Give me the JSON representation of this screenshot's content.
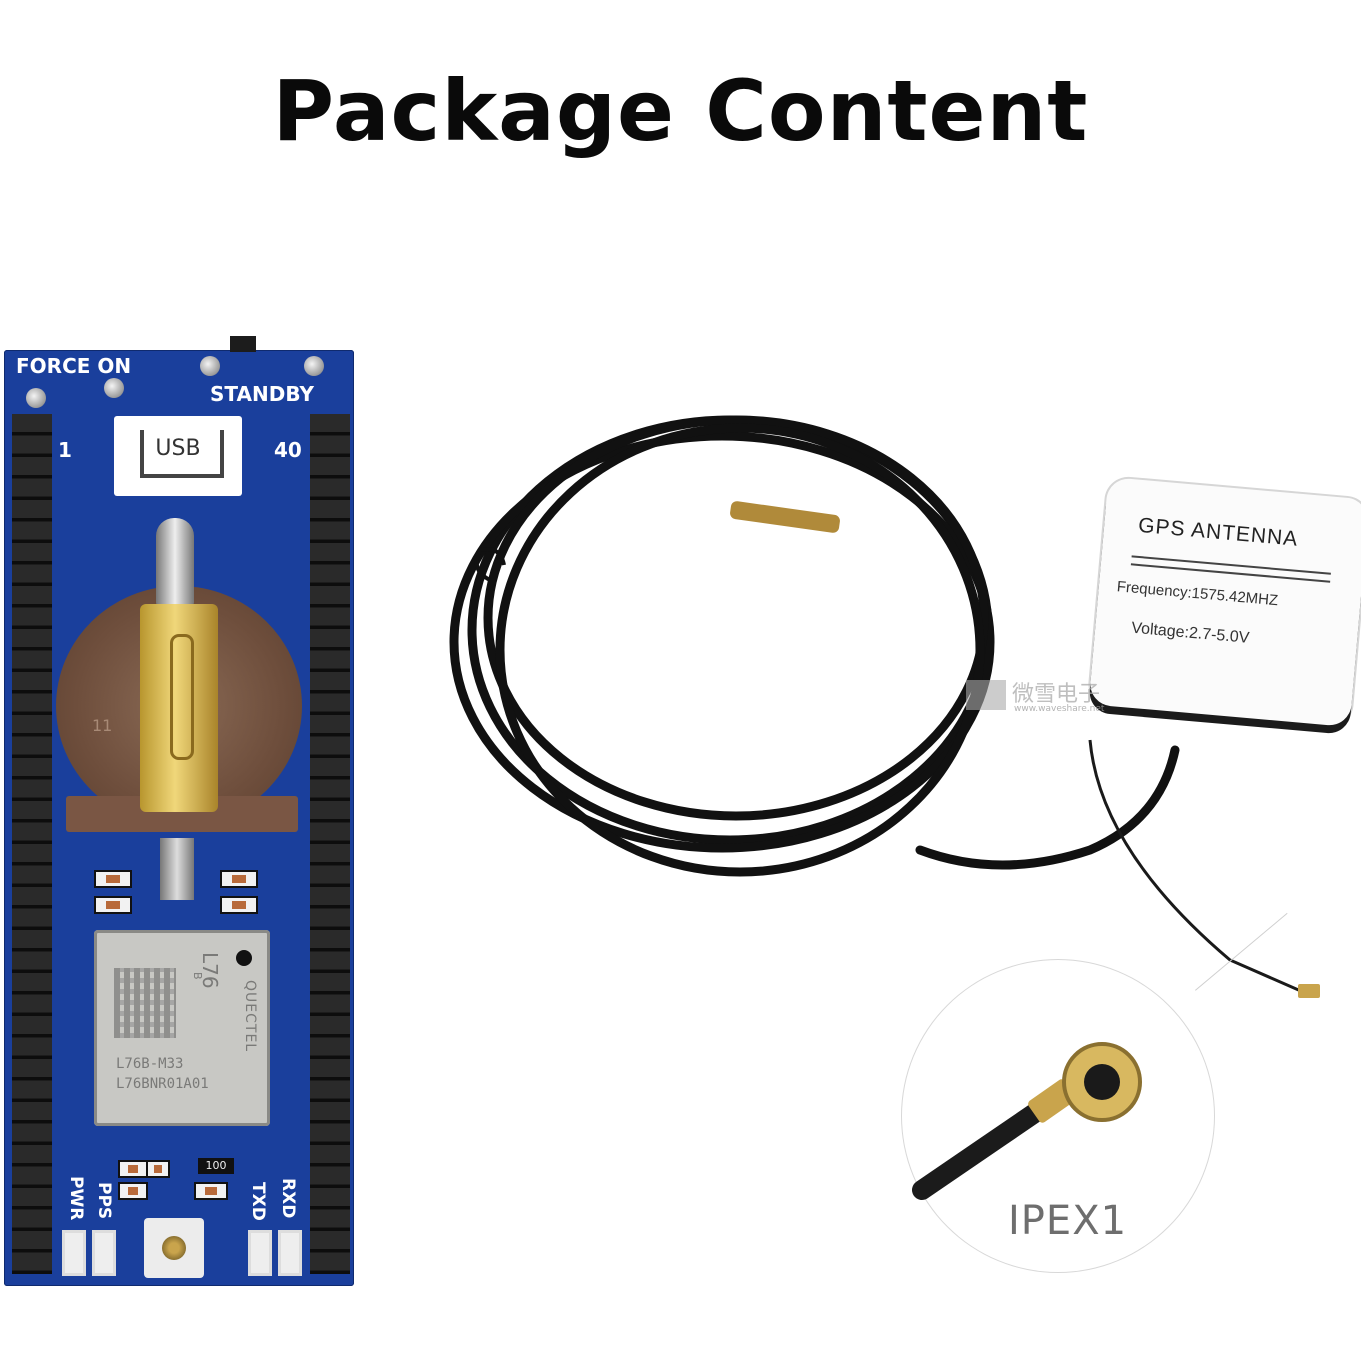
{
  "title": "Package Content",
  "board": {
    "force_on_label": "FORCE ON",
    "standby_label": "STANDBY",
    "pin_1_label": "1",
    "pin_40_label": "40",
    "usb_label": "USB",
    "module_brand": "QUECTEL",
    "module_model": "L76",
    "module_variant": "B",
    "module_part": "L76B-M33",
    "module_serial": "L76BNR01A01",
    "resistor_label": "100",
    "cell_label": "11",
    "led_labels": [
      "PWR",
      "PPS",
      "TXD",
      "RXD"
    ]
  },
  "antenna": {
    "title": "GPS ANTENNA",
    "frequency": "Frequency:1575.42MHZ",
    "voltage": "Voltage:2.7-5.0V"
  },
  "watermark": {
    "logo": "微雪电子",
    "url": "www.waveshare.net"
  },
  "connector": {
    "label": "IPEX1"
  },
  "colors": {
    "pcb": "#1a3f9c",
    "cable": "#111111",
    "gold": "#c9a44c"
  }
}
